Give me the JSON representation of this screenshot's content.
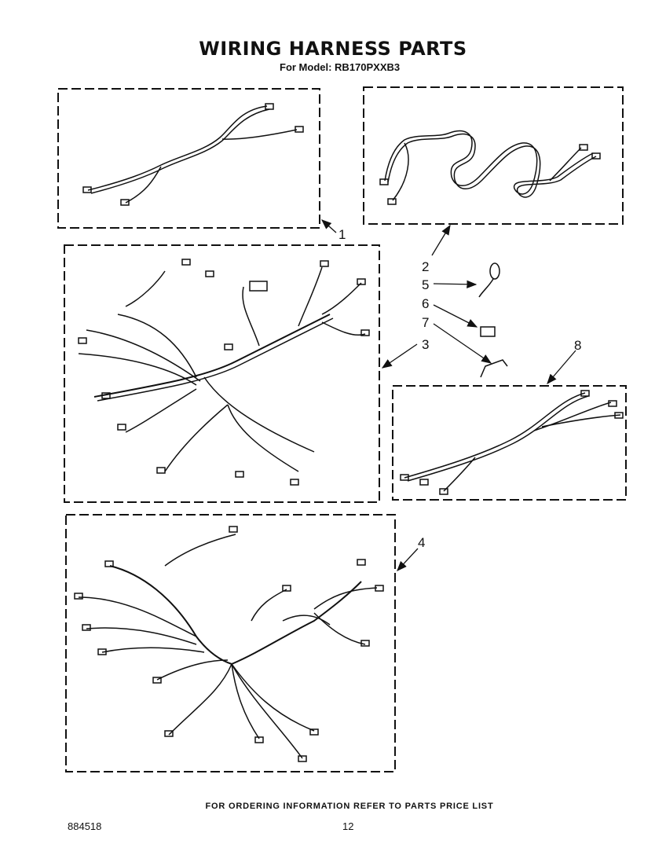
{
  "header": {
    "title": "WIRING HARNESS PARTS",
    "model_line": "For Model: RB170PXXB3"
  },
  "callouts": [
    "1",
    "2",
    "3",
    "4",
    "5",
    "6",
    "7",
    "8"
  ],
  "footer": {
    "ordering_note": "FOR ORDERING INFORMATION REFER TO PARTS PRICE LIST",
    "doc_number": "884518",
    "page_number": "12"
  }
}
